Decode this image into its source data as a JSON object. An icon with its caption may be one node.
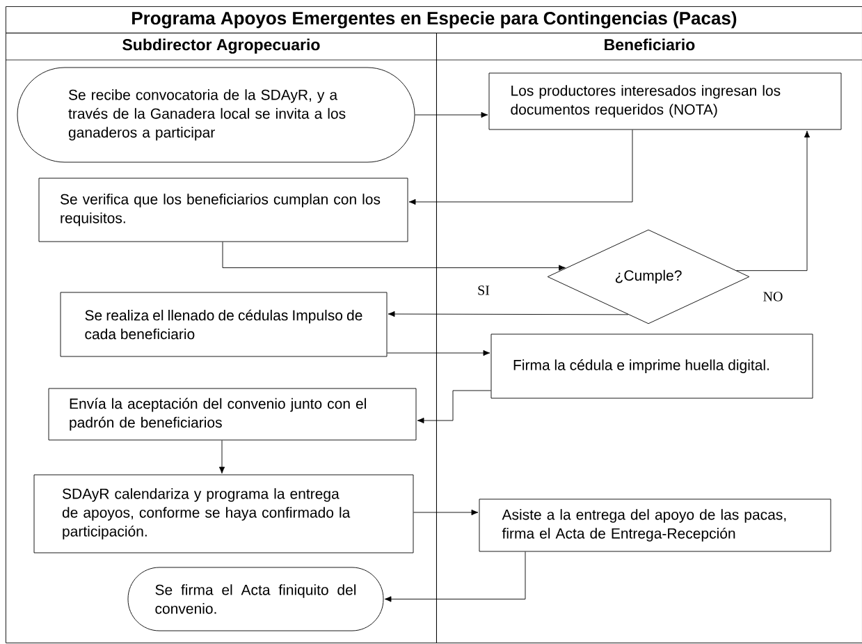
{
  "diagram": {
    "title": "Programa Apoyos Emergentes en Especie para Contingencias (Pacas)",
    "nodes": [
      {
        "text": [
          "Subdirector Agropecuario"
        ]
      },
      {
        "text": [
          "Beneficiario"
        ]
      },
      {
        "text": [
          "Se recibe convocatoria de la SDAyR, y a través de la Ganadera local se invita  a los ganaderos a participar"
        ],
        "in": 0
      },
      {
        "text": [
          "Los productores interesados ingresan los documentos requeridos (NOTA)"
        ],
        "in": 1
      },
      {
        "text": [
          "Se verifica que los beneficiarios cumplan con los requisitos."
        ],
        "in": 0
      },
      {
        "text": [
          "¿Cumple?"
        ],
        "in": 1
      },
      {
        "text": [
          "Se realiza el llenado de cédulas Impulso de cada beneficiario"
        ],
        "in": 0
      },
      {
        "text": [
          "Firma la cédula e imprime huella digital."
        ],
        "in": 1
      },
      {
        "text": [
          "Envía la aceptación del convenio junto con el padrón de beneficiarios"
        ],
        "in": 0
      },
      {
        "text": [
          "SDAyR calendariza y programa la entrega de apoyos, conforme se haya confirmado la participación."
        ],
        "in": 0
      },
      {
        "text": [
          "Asiste a la entrega del apoyo de las pacas, firma el Acta de Entrega-Recepción"
        ],
        "in": 1
      },
      {
        "text": [
          "Se firma el Acta finiquito del convenio."
        ],
        "in": 0
      }
    ],
    "edges": [
      {
        "from": 2,
        "to": 3,
        "arrow": "to"
      },
      {
        "from": 3,
        "to": 4,
        "arrow": "to"
      },
      {
        "from": 4,
        "to": 5,
        "arrow": "to"
      },
      {
        "from": 5,
        "to": 3,
        "arrow": "to",
        "label": "NO"
      },
      {
        "from": 5,
        "to": 6,
        "arrow": "to",
        "label": "SI"
      },
      {
        "from": 6,
        "to": 7,
        "arrow": "to"
      },
      {
        "from": 7,
        "to": 8,
        "arrow": "to"
      },
      {
        "from": 8,
        "to": 9,
        "arrow": "to"
      },
      {
        "from": 9,
        "to": 10,
        "arrow": "to"
      },
      {
        "from": 10,
        "to": 11,
        "arrow": "to"
      }
    ]
  }
}
